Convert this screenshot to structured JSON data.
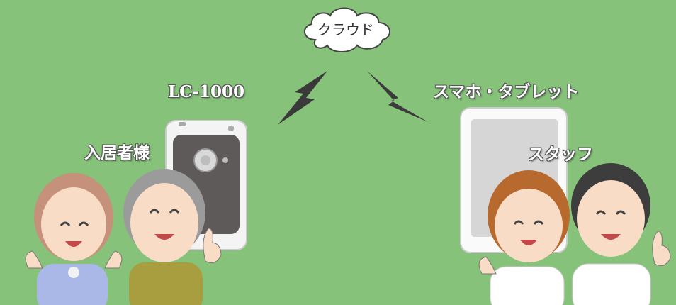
{
  "cloud": {
    "label": "クラウド"
  },
  "device": {
    "label": "LC-1000"
  },
  "residents": {
    "label": "入居者様"
  },
  "tablet": {
    "label": "スマホ・タブレット"
  },
  "staff": {
    "label": "スタッフ"
  },
  "colors": {
    "background": "#86c27a",
    "lightning": "#3a3a3a",
    "device_body": "#f4f4f4",
    "device_screen": "#5f5a5a",
    "tablet_screen": "#d6d6d6",
    "staff_uniform": "#ffffff",
    "resident_shirt_woman": "#a9b8e6",
    "resident_shirt_man": "#a89e3f"
  }
}
